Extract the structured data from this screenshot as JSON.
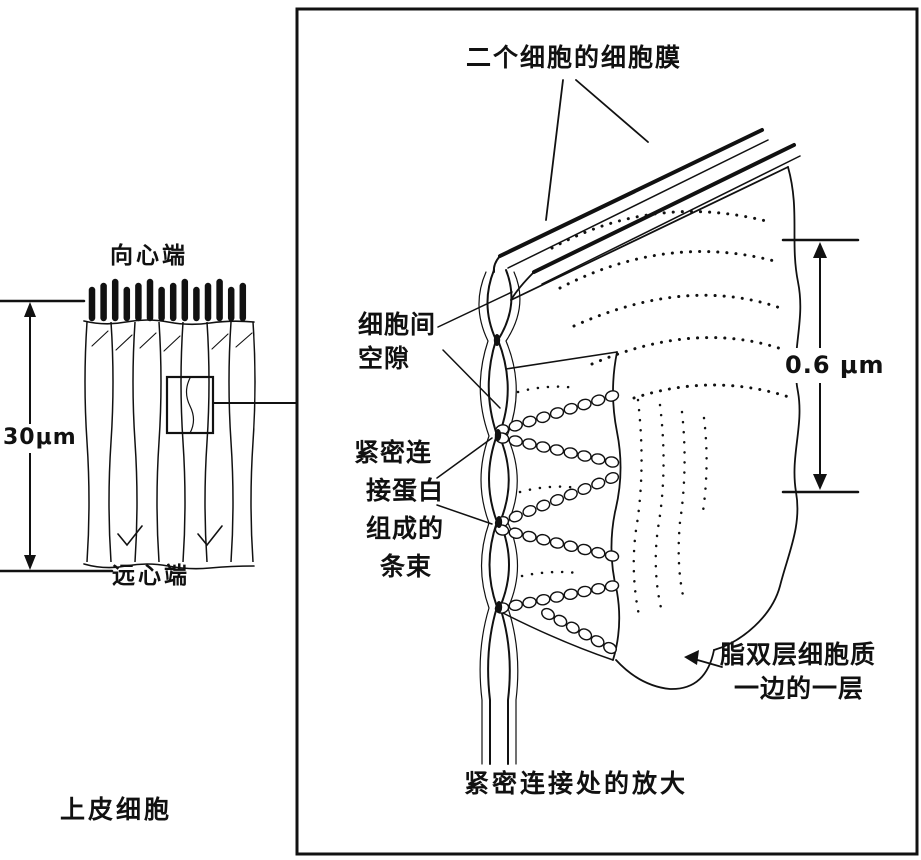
{
  "left_panel": {
    "apical_label": "向心端",
    "height_label": "30μm",
    "basal_label": "远心端",
    "cell_type_label": "上皮细胞"
  },
  "right_panel": {
    "membranes_label": "二个细胞的细胞膜",
    "intercellular_space": {
      "line1": "细胞间",
      "line2": "空隙"
    },
    "strands": {
      "line1": "紧密连",
      "line2": "接蛋白",
      "line3": "组成的",
      "line4": "条束"
    },
    "width_label": "0.6 μm",
    "lipid_layer": {
      "line1": "脂双层细胞质",
      "line2": "一边的一层"
    },
    "caption": "紧密连接处的放大"
  }
}
